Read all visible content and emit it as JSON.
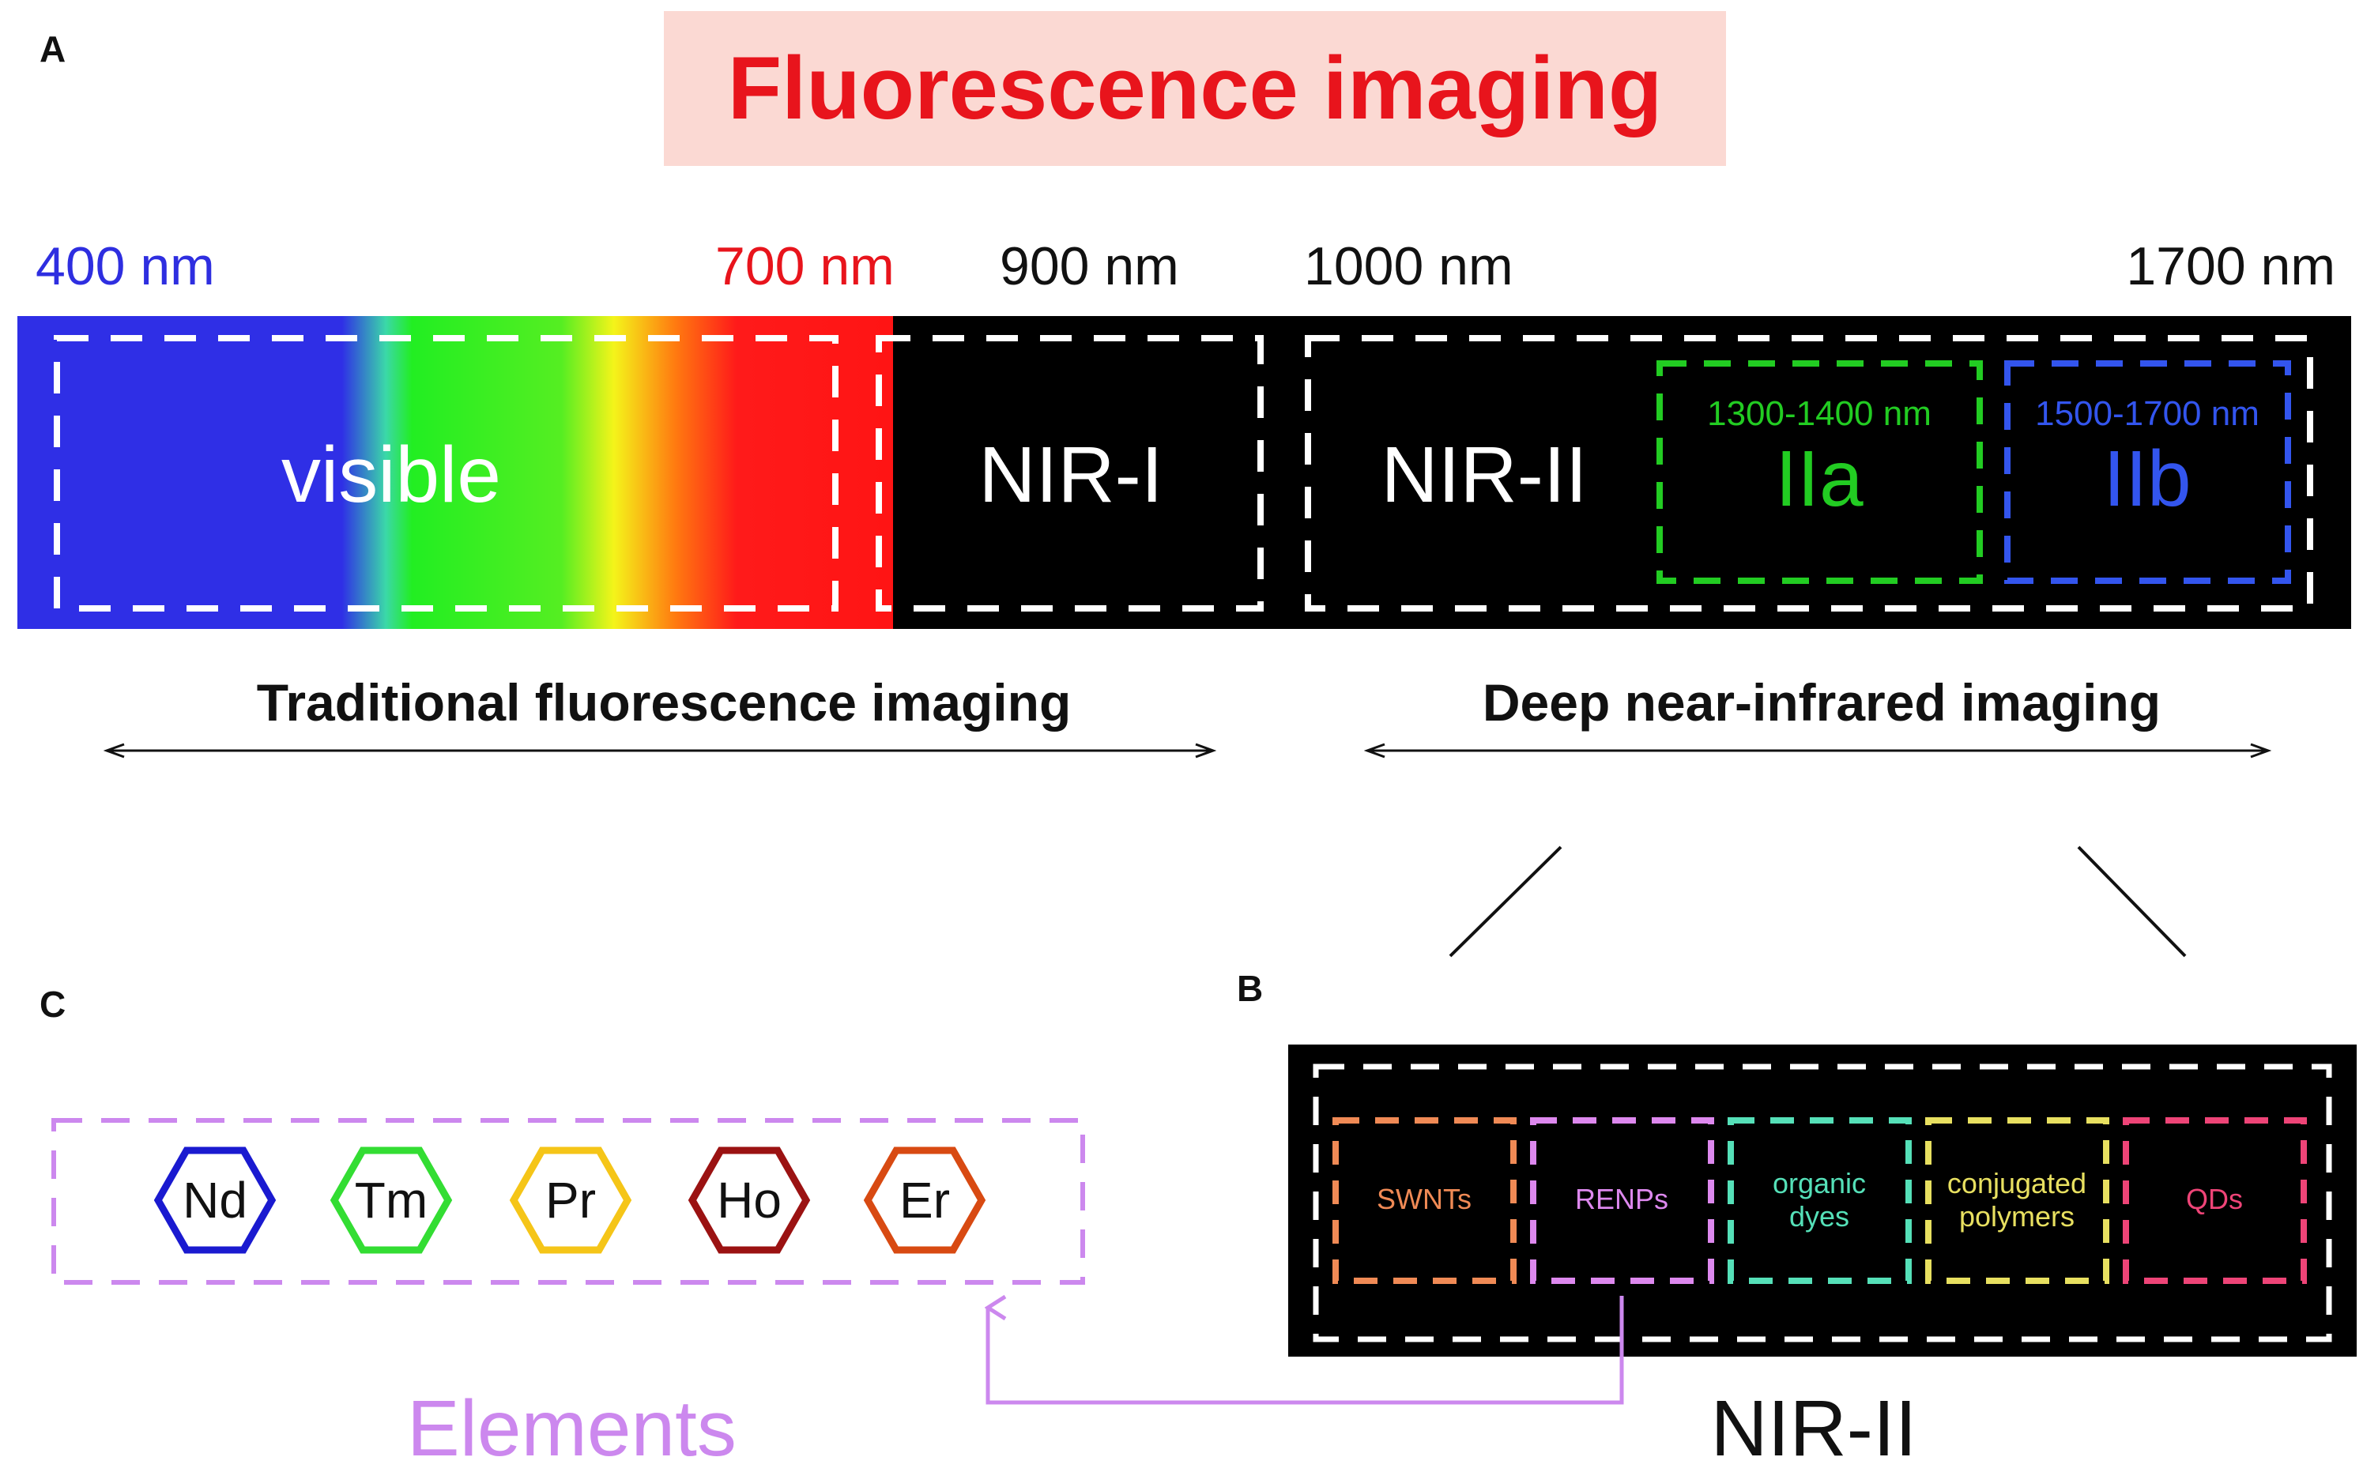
{
  "panel_labels": {
    "a": "A",
    "b": "B",
    "c": "C"
  },
  "title": "Fluorescence imaging",
  "wavelengths": {
    "w400": "400 nm",
    "w700": "700 nm",
    "w900": "900 nm",
    "w1000": "1000 nm",
    "w1700": "1700 nm"
  },
  "spectrum": {
    "visible": "visible",
    "nir1": "NIR-I",
    "nir2": "NIR-II",
    "iia_range": "1300-1400 nm",
    "iia": "IIa",
    "iib_range": "1500-1700 nm",
    "iib": "IIb"
  },
  "arrows": {
    "traditional": "Traditional fluorescence imaging",
    "deep": "Deep near-infrared imaging"
  },
  "elements": {
    "caption": "Elements",
    "items": [
      "Nd",
      "Tm",
      "Pr",
      "Ho",
      "Er"
    ]
  },
  "nir2_panel": {
    "caption": "NIR-II",
    "categories": [
      {
        "lines": [
          "SWNTs"
        ]
      },
      {
        "lines": [
          "RENPs"
        ]
      },
      {
        "lines": [
          "organic",
          "dyes"
        ]
      },
      {
        "lines": [
          "conjugated",
          "polymers"
        ]
      },
      {
        "lines": [
          "QDs"
        ]
      }
    ]
  },
  "colors": {
    "title": "#e8141c",
    "title_bg": "#fbd9d3",
    "w400": "#2e2ee0",
    "w700": "#e8141c",
    "iia": "#22cc22",
    "iib": "#3355ee",
    "elements": "#cc88ee",
    "hex": [
      "#1a1ad0",
      "#33dd33",
      "#f5c518",
      "#9b1212",
      "#d84a12"
    ],
    "categories": [
      "#f08a55",
      "#dd88ee",
      "#55e0b8",
      "#e8e060",
      "#ee4477"
    ]
  }
}
